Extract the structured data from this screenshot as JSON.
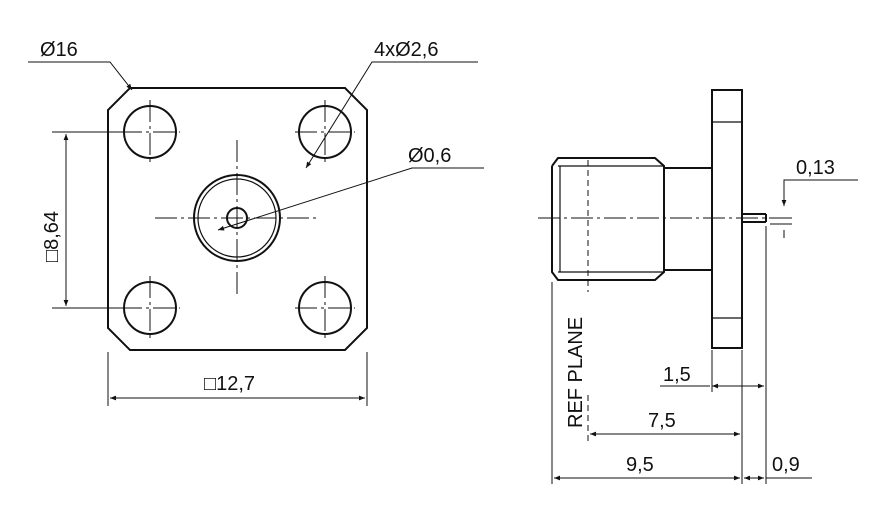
{
  "front_view": {
    "flange_dia_label": "Ø16",
    "hole_label": "4xØ2,6",
    "pin_label": "Ø0,6",
    "hole_spacing_label": "□8,64",
    "flange_square_label": "□12,7"
  },
  "side_view": {
    "ref_plane_label": "REF PLANE",
    "pin_offset_label": "0,13",
    "flange_thickness_label": "1,5",
    "body_length_label": "7,5",
    "overall_length_label": "9,5",
    "pin_extension_label": "0,9"
  },
  "colors": {
    "line": "#111111",
    "background": "#ffffff"
  }
}
